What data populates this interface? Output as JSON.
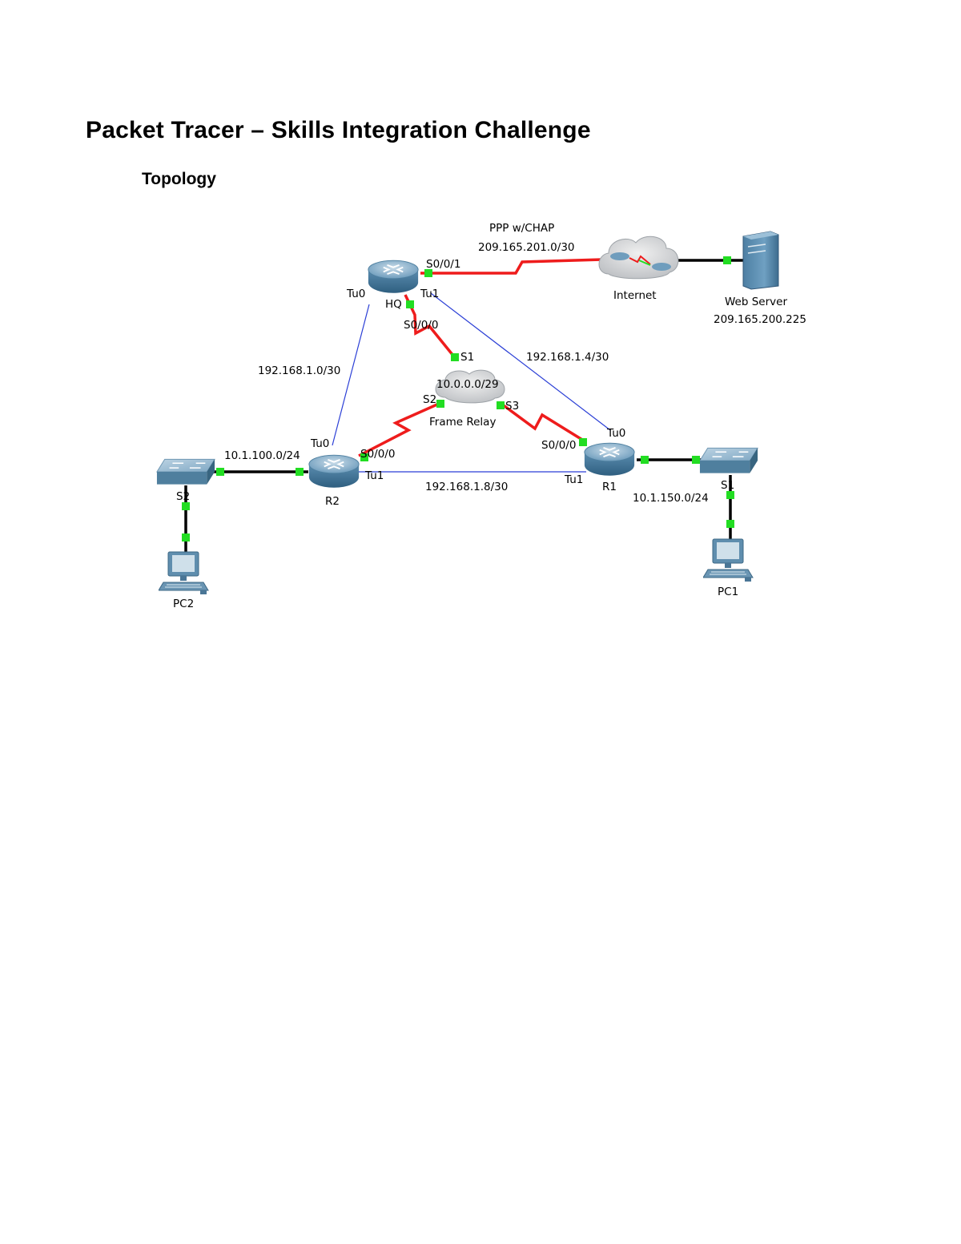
{
  "document": {
    "title": "Packet Tracer – Skills Integration Challenge",
    "section": "Topology"
  },
  "topology": {
    "devices": {
      "hq": "HQ",
      "r1": "R1",
      "r2": "R2",
      "s1": "S1",
      "s2": "S2",
      "pc1": "PC1",
      "pc2": "PC2",
      "internet": "Internet",
      "frame_relay": "Frame Relay",
      "web_server": "Web Server",
      "web_server_ip": "209.165.200.225"
    },
    "networks": {
      "ppp_label": "PPP w/CHAP",
      "ppp": "209.165.201.0/30",
      "tunnel_hq_r2": "192.168.1.0/30",
      "tunnel_hq_r1": "192.168.1.4/30",
      "tunnel_r1_r2": "192.168.1.8/30",
      "frame_relay": "10.0.0.0/29",
      "lan_r2": "10.1.100.0/24",
      "lan_r1": "10.1.150.0/24"
    },
    "interfaces": {
      "hq_s001": "S0/0/1",
      "hq_s000": "S0/0/0",
      "hq_tu0": "Tu0",
      "hq_tu1": "Tu1",
      "fr_s1": "S1",
      "fr_s2": "S2",
      "fr_s3": "S3",
      "r2_tu0": "Tu0",
      "r2_tu1": "Tu1",
      "r2_s000": "S0/0/0",
      "r1_tu0": "Tu0",
      "r1_tu1": "Tu1",
      "r1_s000": "S0/0/0"
    },
    "colors": {
      "serial_link": "#ee1c1c",
      "ethernet_link": "#000000",
      "tunnel_link": "#2b3fd6",
      "link_light": "#22dd22",
      "device_blue": "#5a8fb1"
    }
  }
}
